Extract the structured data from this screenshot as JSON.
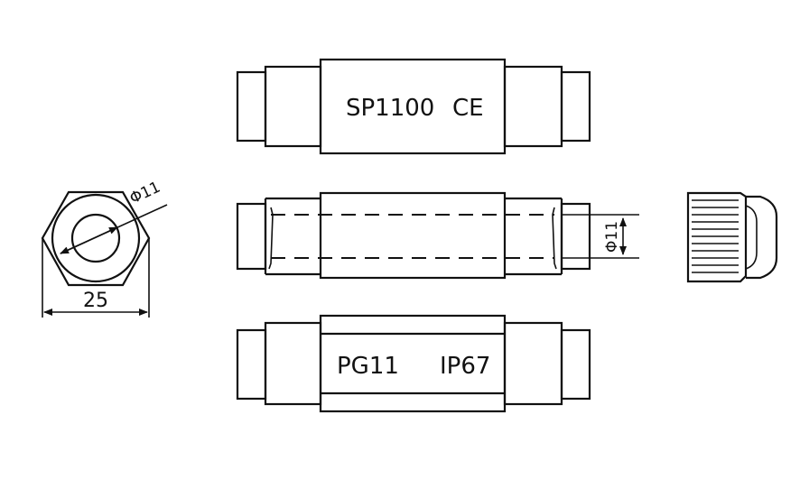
{
  "top_view": {
    "label_model": "SP1100",
    "label_cert": "CE"
  },
  "bottom_view": {
    "label_thread": "PG11",
    "label_rating": "IP67"
  },
  "end_view": {
    "diameter_label": "Φ11",
    "width_label": "25"
  },
  "section_view": {
    "diameter_label": "Φ11"
  }
}
